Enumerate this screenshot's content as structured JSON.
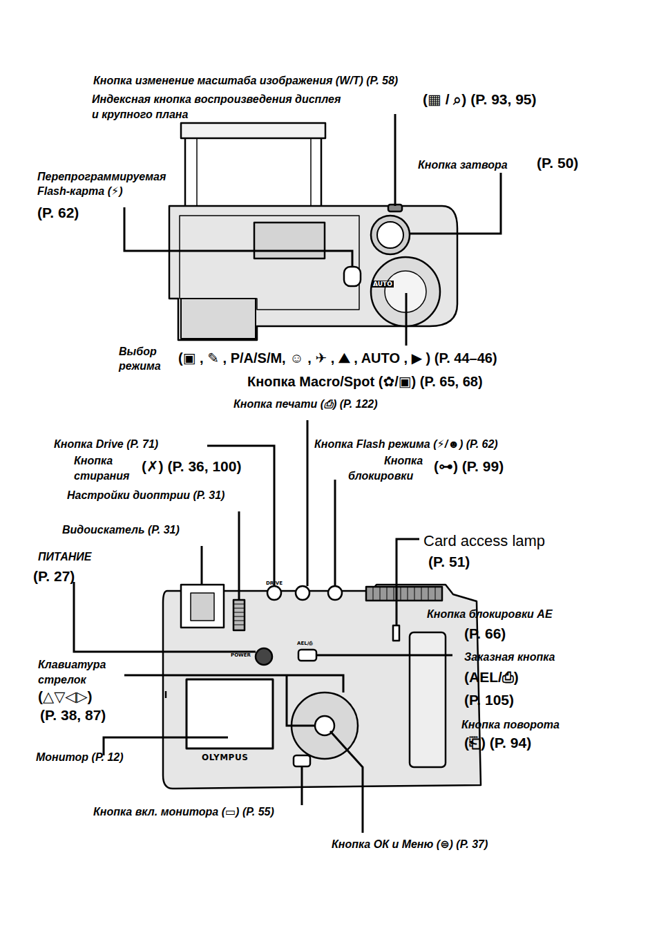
{
  "diagram": {
    "labels": [
      "Кнопка изменение масштаба изображения (W/T) (P. 58)",
      "Индексная кнопка воспроизведения дисплея",
      "и крупного плана",
      "(▦ / ⌕) (P. 93, 95)",
      "Кнопка затвора",
      "(P. 50)",
      "Перепрограммируемая",
      "Flash-карта (⚡)",
      "(P. 62)",
      "Выбор",
      "режима",
      "(▣ , ✎ , P/A/S/M, ☺ , ✈ , ⛰ , AUTO , ▶ ) (P. 44–46)",
      "Кнопка Macro/Spot (✿/▣) (P. 65, 68)",
      "Кнопка печати (⎙) (P. 122)",
      "Кнопка Drive (P. 71)",
      "Кнопка",
      "стирания",
      "(✗) (P. 36, 100)",
      "Настройки диоптрии (P. 31)",
      "Видоискатель (P. 31)",
      "ПИТАНИЕ",
      "(P. 27)",
      "Клавиатура",
      "стрелок",
      "(△▽◁▷)",
      "(P. 38, 87)",
      "Монитор (P. 12)",
      "Кнопка вкл. монитора (▭) (P. 55)",
      "Кнопка ОК и Меню (⊜) (P. 37)",
      "Кнопка Flash режима (⚡/☻) (P. 62)",
      "Кнопка",
      "блокировки",
      "(⊶) (P. 99)",
      "Card access lamp",
      "(P. 51)",
      "Кнопка блокировки AE",
      "(P. 66)",
      "Заказная кнопка",
      "(AEL/⎙)",
      "(P. 105)",
      "Кнопка поворота",
      "(⎗) (P. 94)",
      "AUTO",
      "POWER",
      "DRIVE",
      "AEL/⎙",
      "OLYMPUS"
    ]
  }
}
